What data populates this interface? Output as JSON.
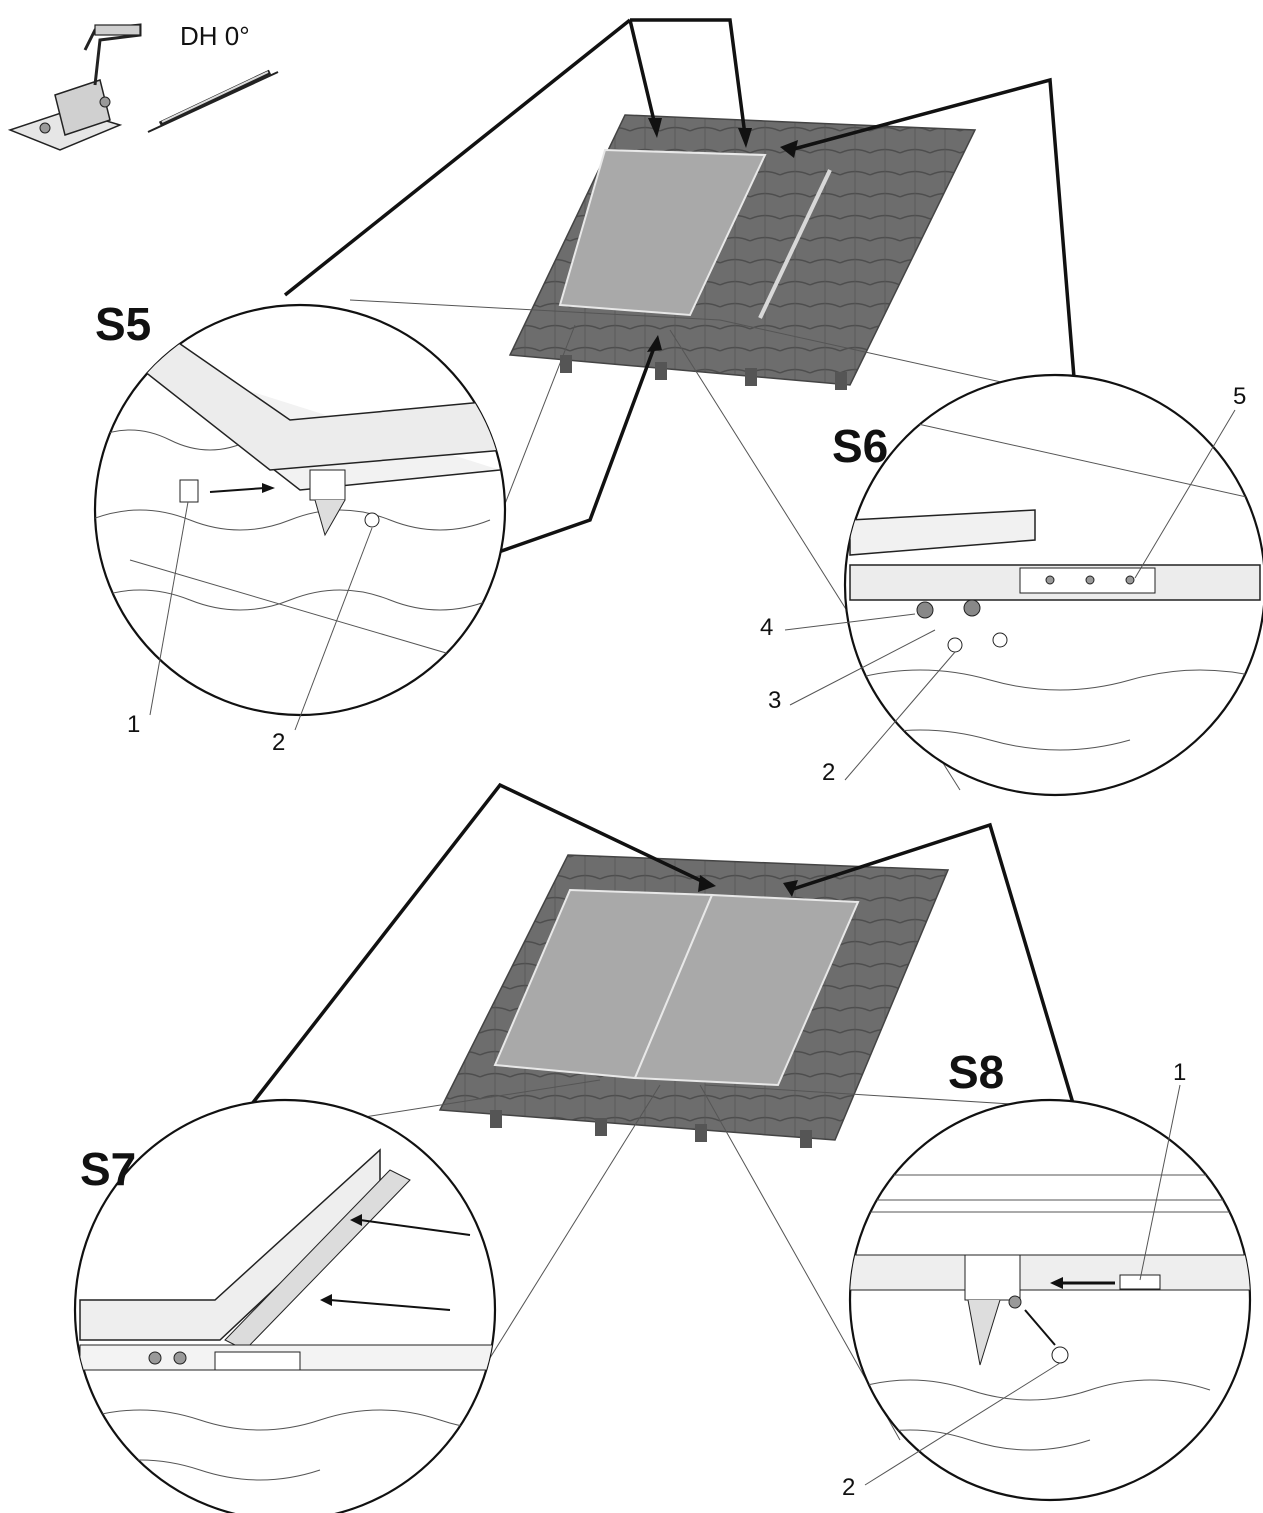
{
  "header": {
    "angle_label": "DH 0°"
  },
  "steps": {
    "s5": {
      "label": "S5",
      "callouts": [
        "1",
        "2"
      ]
    },
    "s6": {
      "label": "S6",
      "callouts": [
        "5",
        "4",
        "3",
        "2"
      ]
    },
    "s7": {
      "label": "S7"
    },
    "s8": {
      "label": "S8",
      "callouts": [
        "1",
        "2"
      ]
    }
  },
  "colors": {
    "roof_tile": "#6d6d6d",
    "collector_panel": "#a9a9a9",
    "line": "#111111"
  }
}
